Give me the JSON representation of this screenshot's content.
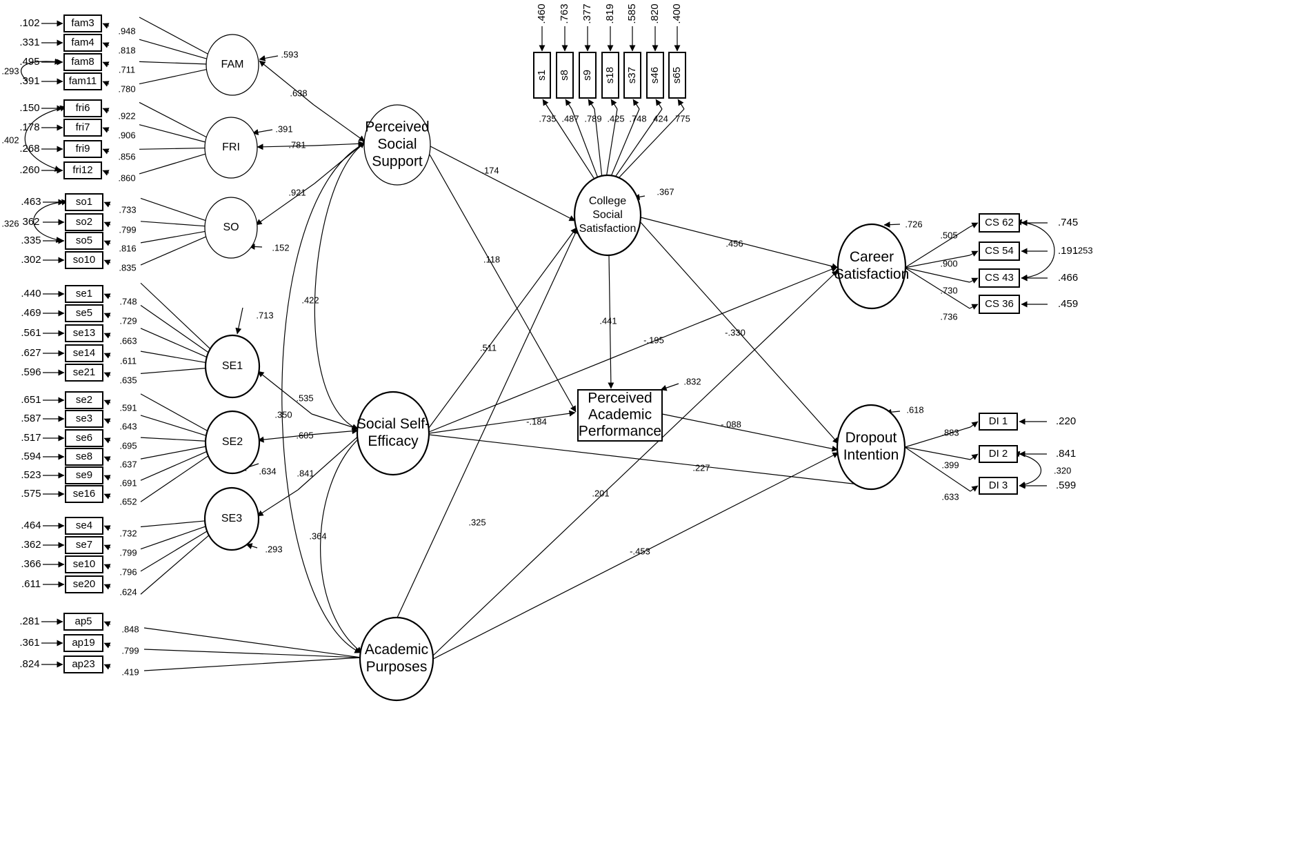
{
  "latents": {
    "fam": "FAM",
    "fri": "FRI",
    "so": "SO",
    "se1": "SE1",
    "se2": "SE2",
    "se3": "SE3",
    "pss": [
      "Perceived",
      "Social",
      "Support"
    ],
    "sse": [
      "Social Self-",
      "Efficacy"
    ],
    "ap": [
      "Academic",
      "Purposes"
    ],
    "css": [
      "College",
      "Social",
      "Satisfaction"
    ],
    "pap": [
      "Perceived",
      "Academic",
      "Performance"
    ],
    "cs": [
      "Career",
      "Satisfaction"
    ],
    "di": [
      "Dropout",
      "Intention"
    ]
  },
  "latent_residuals": {
    "fam": ".593",
    "fri": ".391",
    "so": ".152",
    "se1": ".713",
    "se2": ".634",
    "se3": ".293",
    "css": ".367",
    "pap": ".832",
    "cs": ".726",
    "di": ".618"
  },
  "indicator_groups": [
    {
      "id": "fam",
      "items": [
        {
          "label": "fam3",
          "error": ".102",
          "loading": ".948"
        },
        {
          "label": "fam4",
          "error": ".331",
          "loading": ".818"
        },
        {
          "label": "fam8",
          "error": ".495",
          "loading": ".711"
        },
        {
          "label": "fam11",
          "error": ".391",
          "loading": ".780"
        }
      ]
    },
    {
      "id": "fri",
      "items": [
        {
          "label": "fri6",
          "error": ".150",
          "loading": ".922"
        },
        {
          "label": "fri7",
          "error": ".178",
          "loading": ".906"
        },
        {
          "label": "fri9",
          "error": ".268",
          "loading": ".856"
        },
        {
          "label": "fri12",
          "error": ".260",
          "loading": ".860"
        }
      ]
    },
    {
      "id": "so",
      "items": [
        {
          "label": "so1",
          "error": ".463",
          "loading": ".733"
        },
        {
          "label": "so2",
          "error": "362",
          "loading": ".799"
        },
        {
          "label": "so5",
          "error": ".335",
          "loading": ".816"
        },
        {
          "label": "so10",
          "error": ".302",
          "loading": ".835"
        }
      ]
    },
    {
      "id": "se1",
      "items": [
        {
          "label": "se1",
          "error": ".440",
          "loading": ".748"
        },
        {
          "label": "se5",
          "error": ".469",
          "loading": ".729"
        },
        {
          "label": "se13",
          "error": ".561",
          "loading": ".663"
        },
        {
          "label": "se14",
          "error": ".627",
          "loading": ".611"
        },
        {
          "label": "se21",
          "error": ".596",
          "loading": ".635"
        }
      ]
    },
    {
      "id": "se2",
      "items": [
        {
          "label": "se2",
          "error": ".651",
          "loading": ".591"
        },
        {
          "label": "se3",
          "error": ".587",
          "loading": ".643"
        },
        {
          "label": "se6",
          "error": ".517",
          "loading": ".695"
        },
        {
          "label": "se8",
          "error": ".594",
          "loading": ".637"
        },
        {
          "label": "se9",
          "error": ".523",
          "loading": ".691"
        },
        {
          "label": "se16",
          "error": ".575",
          "loading": ".652"
        }
      ]
    },
    {
      "id": "se3",
      "items": [
        {
          "label": "se4",
          "error": ".464",
          "loading": ".732"
        },
        {
          "label": "se7",
          "error": ".362",
          "loading": ".799"
        },
        {
          "label": "se10",
          "error": ".366",
          "loading": ".796"
        },
        {
          "label": "se20",
          "error": ".611",
          "loading": ".624"
        }
      ]
    },
    {
      "id": "ap",
      "items": [
        {
          "label": "ap5",
          "error": ".281",
          "loading": ".848"
        },
        {
          "label": "ap19",
          "error": ".361",
          "loading": ".799"
        },
        {
          "label": "ap23",
          "error": ".824",
          "loading": ".419"
        }
      ]
    }
  ],
  "error_covariances": {
    "fam": ".293",
    "fri": ".402",
    "so": ".326"
  },
  "top_indicators": [
    {
      "label": "s1",
      "error": ".460",
      "loading": ".735"
    },
    {
      "label": "s8",
      "error": ".763",
      "loading": ".487"
    },
    {
      "label": "s9",
      "error": ".377",
      "loading": ".789"
    },
    {
      "label": "s18",
      "error": ".819",
      "loading": ".425"
    },
    {
      "label": "s37",
      "error": ".585",
      "loading": ".748"
    },
    {
      "label": "s46",
      "error": ".820",
      "loading": "424"
    },
    {
      "label": "s65",
      "error": ".400",
      "loading": "775"
    }
  ],
  "cs_indicators": [
    {
      "label": "CS 62",
      "error": ".745",
      "loading": ".505"
    },
    {
      "label": "CS 54",
      "error": ".191",
      "loading": ".900"
    },
    {
      "label": "CS 43",
      "error": ".466",
      "loading": ".730"
    },
    {
      "label": "CS 36",
      "error": ".459",
      "loading": ".736"
    }
  ],
  "cs_covariance": ".253",
  "di_indicators": [
    {
      "label": "DI 1",
      "error": ".220",
      "loading": ".883"
    },
    {
      "label": "DI 2",
      "error": ".841",
      "loading": ".399"
    },
    {
      "label": "DI 3",
      "error": ".599",
      "loading": ".633"
    }
  ],
  "di_covariance": ".320",
  "second_order": {
    "fam": ".638",
    "fri": ".781",
    "so": ".921",
    "se1": ".535",
    "se2": ".605",
    "se3": ".841"
  },
  "correlations": {
    "pss_sse": ".422",
    "pss_ap": ".350",
    "sse_ap": ".364"
  },
  "paths": {
    "pss_css": ".174",
    "pss_pap": ".118",
    "sse_css": ".511",
    "sse_pap": "-.184",
    "sse_cs": "-.195",
    "sse_di": ".227",
    "ap_css": ".325",
    "ap_cs": ".201",
    "ap_di": "-.453",
    "css_pap": ".441",
    "css_cs": ".456",
    "css_di": "-.330",
    "pap_di": "-.088"
  }
}
